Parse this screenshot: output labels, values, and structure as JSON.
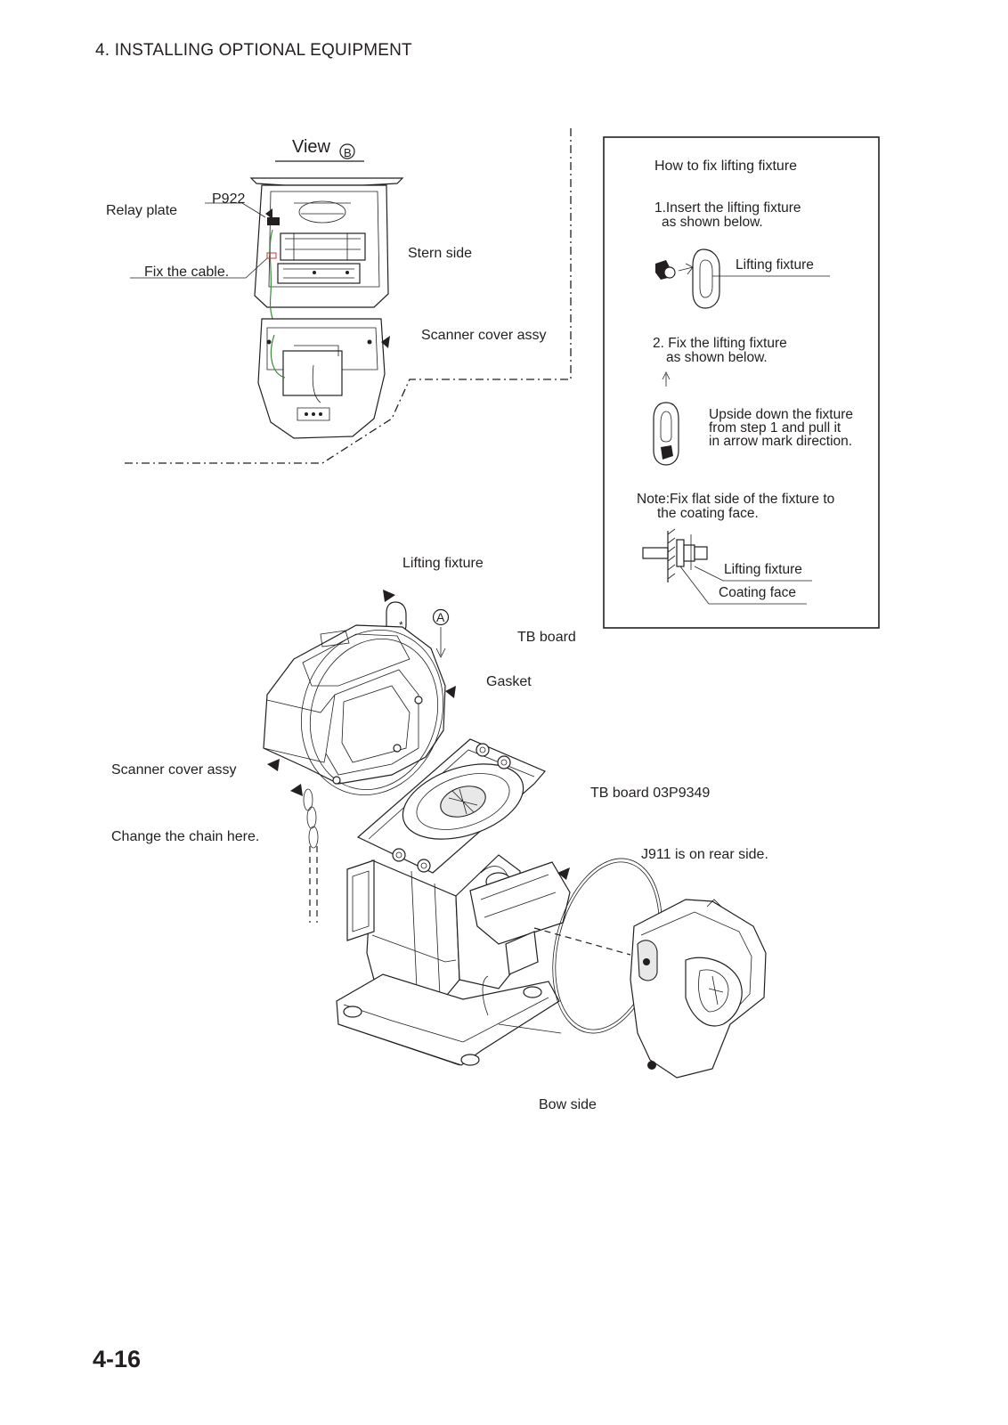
{
  "header": {
    "section_title": "4. INSTALLING OPTIONAL EQUIPMENT"
  },
  "footer": {
    "page_number": "4-16"
  },
  "view_b": {
    "title": "View",
    "marker": "B",
    "labels": {
      "relay_plate": "Relay plate",
      "p922": "P922",
      "fix_cable": "Fix the cable.",
      "stern_side": "Stern side",
      "scanner_cover_assy": "Scanner cover assy"
    }
  },
  "instruction_box": {
    "title": "How to fix lifting fixture",
    "step1_line1": "1.Insert the lifting fixture",
    "step1_line2": "as shown below.",
    "step1_label": "Lifting fixture",
    "step2_line1": "2. Fix the lifting fixture",
    "step2_line2": "as shown below.",
    "step2_note_line1": "Upside down the fixture",
    "step2_note_line2": "from step 1 and pull it",
    "step2_note_line3": "in arrow mark direction.",
    "note_line1": "Note:Fix flat side of the fixture to",
    "note_line2": "the coating face.",
    "note_label_fixture": "Lifting fixture",
    "note_label_coating": "Coating face"
  },
  "main_drawing": {
    "labels": {
      "lifting_fixture": "Lifting fixture",
      "marker_a": "A",
      "asterisk": "*",
      "tb_board": "TB board",
      "gasket": "Gasket",
      "scanner_cover_assy": "Scanner cover assy",
      "change_chain": "Change the chain here.",
      "tb_board_part": "TB board 03P9349",
      "j911": "J911 is on rear side.",
      "bow_side": "Bow side"
    }
  }
}
